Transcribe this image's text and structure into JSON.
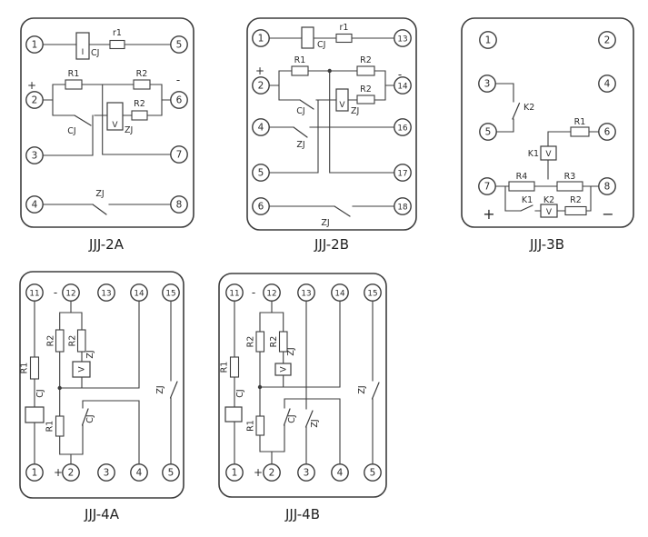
{
  "colors": {
    "line": "#3d3d3d",
    "text": "#2b2b2b",
    "background": "#ffffff"
  },
  "panels": [
    {
      "caption": "JJJ-2A",
      "terminals": {
        "t1": "1",
        "t5": "5",
        "t2": "2",
        "t6": "6",
        "t3": "3",
        "t7": "7",
        "t4": "4",
        "t8": "8"
      },
      "labels": {
        "coil_inner": "I",
        "coil": "CJ",
        "r1": "r1",
        "R1": "R1",
        "R2_top": "R2",
        "R2_inner": "R2",
        "plus": "+",
        "minus": "-",
        "cj_contact": "CJ",
        "v_meter": "V",
        "zj_meter": "ZJ",
        "zj_contact": "ZJ"
      }
    },
    {
      "caption": "JJJ-2B",
      "terminals": {
        "t1": "1",
        "t13": "13",
        "t2": "2",
        "t14": "14",
        "t4": "4",
        "t16": "16",
        "t5": "5",
        "t17": "17",
        "t6": "6",
        "t18": "18"
      },
      "labels": {
        "coil": "CJ",
        "r1": "r1",
        "R1": "R1",
        "R2_top": "R2",
        "R2_inner": "R2",
        "plus": "+",
        "minus": "-",
        "cj_contact": "CJ",
        "v_meter": "V",
        "zj_meter": "ZJ",
        "zj_contact_mid": "ZJ",
        "zj_contact_bottom": "ZJ"
      }
    },
    {
      "caption": "JJJ-3B",
      "terminals": {
        "t1": "1",
        "t2": "2",
        "t3": "3",
        "t4": "4",
        "t5": "5",
        "t6": "6",
        "t7": "7",
        "t8": "8"
      },
      "labels": {
        "k2_contact": "K2",
        "R1": "R1",
        "k1_meter": "K1",
        "v1": "V",
        "R4": "R4",
        "R3": "R3",
        "k1_contact": "K1",
        "k2_meter": "K2",
        "R2": "R2",
        "v2": "V",
        "plus": "+",
        "minus": "−"
      }
    },
    {
      "caption": "JJJ-4A",
      "terminals": {
        "t11": "11",
        "t12": "12",
        "t13": "13",
        "t14": "14",
        "t15": "15",
        "t1": "1",
        "t2": "2",
        "t3": "3",
        "t4": "4",
        "t5": "5"
      },
      "labels": {
        "minus": "-",
        "plus": "+",
        "R1_coil": "R1",
        "coil": "CJ",
        "R2_left": "R2",
        "R2_right": "R2",
        "zj_meter": "ZJ",
        "v_meter": "V",
        "R1_mid": "R1",
        "cj_contact": "CJ",
        "zj_contact": "ZJ"
      }
    },
    {
      "caption": "JJJ-4B",
      "terminals": {
        "t11": "11",
        "t12": "12",
        "t13": "13",
        "t14": "14",
        "t15": "15",
        "t1": "1",
        "t2": "2",
        "t3": "3",
        "t4": "4",
        "t5": "5"
      },
      "labels": {
        "minus": "-",
        "plus": "+",
        "R1_coil": "R1",
        "coil": "CJ",
        "R2_left": "R2",
        "R2_right": "R2",
        "zj_meter": "ZJ",
        "v_meter": "V",
        "R1_mid": "R1",
        "cj_contact": "CJ",
        "zj_contact_mid": "ZJ",
        "zj_contact": "ZJ"
      }
    }
  ]
}
